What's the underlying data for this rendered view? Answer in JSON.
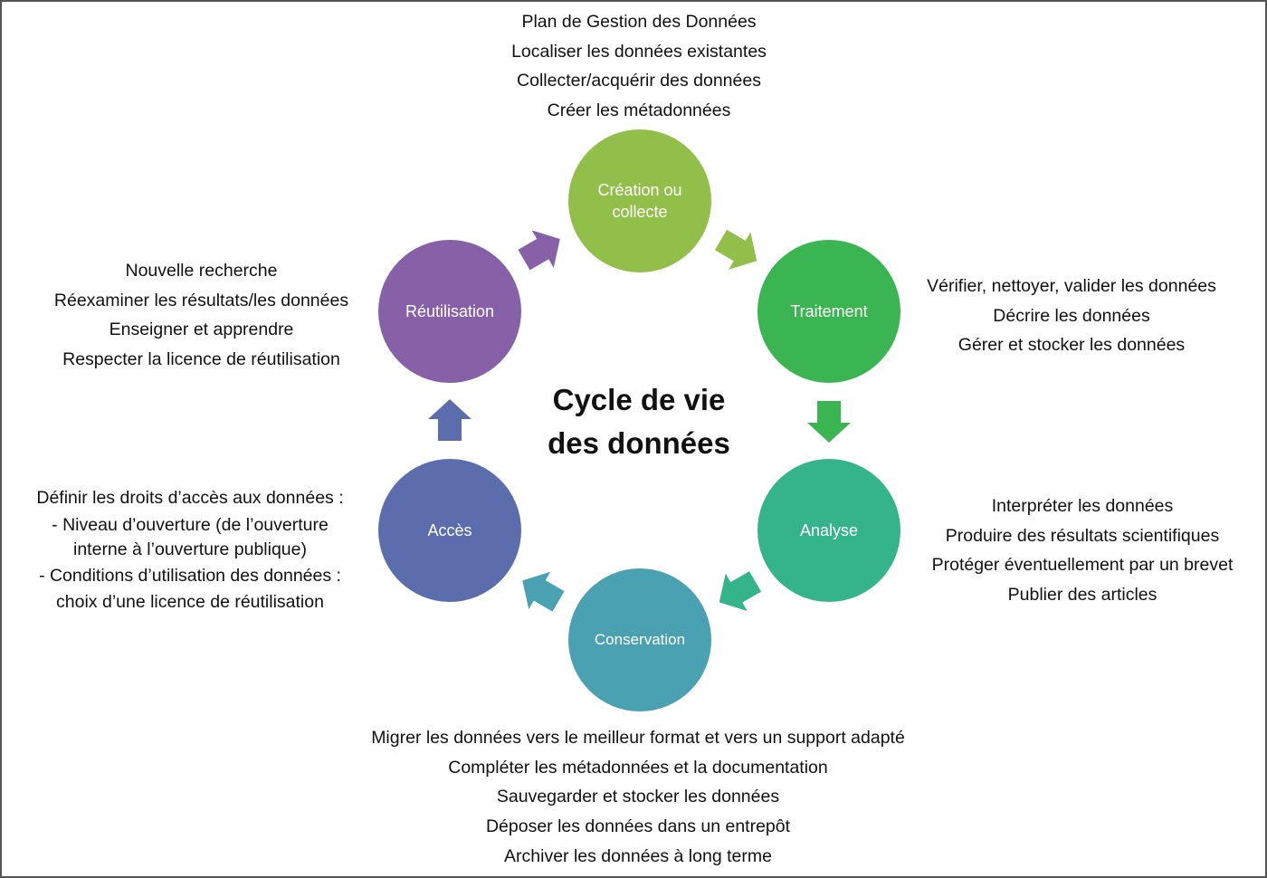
{
  "title": {
    "lines": [
      "Cycle de vie",
      "des données"
    ]
  },
  "stages": [
    {
      "id": "creation",
      "label_lines": [
        "Création ou",
        "collecte"
      ],
      "color": "#92be4a",
      "activities": [
        "Plan de Gestion des Données",
        "Localiser les données existantes",
        "Collecter/acquérir des données",
        "Créer les métadonnées"
      ]
    },
    {
      "id": "traitement",
      "label_lines": [
        "Traitement"
      ],
      "color": "#3bb552",
      "activities": [
        "Vérifier, nettoyer, valider les données",
        "Décrire les données",
        "Gérer et stocker les données"
      ]
    },
    {
      "id": "analyse",
      "label_lines": [
        "Analyse"
      ],
      "color": "#35b38a",
      "activities": [
        "Interpréter les données",
        "Produire des résultats scientifiques",
        "Protéger éventuellement  par un brevet",
        "Publier des articles"
      ]
    },
    {
      "id": "conservation",
      "label_lines": [
        "Conservation"
      ],
      "color": "#4aa1b1",
      "activities": [
        "Migrer les données vers le meilleur format et vers un support adapté",
        "Compléter les métadonnées et la documentation",
        "Sauvegarder et stocker les données",
        "Déposer les données dans un entrepôt",
        "Archiver les données à long terme"
      ]
    },
    {
      "id": "acces",
      "label_lines": [
        "Accès"
      ],
      "color": "#5b6dad",
      "activities": [
        "Définir les droits d’accès aux données :",
        "- Niveau d’ouverture (de l’ouverture",
        "interne  à l’ouverture publique)",
        "- Conditions d’utilisation des données :",
        "choix d’une licence de réutilisation"
      ]
    },
    {
      "id": "reutilisation",
      "label_lines": [
        "Réutilisation"
      ],
      "color": "#8661a8",
      "activities": [
        "Nouvelle recherche",
        "Réexaminer les résultats/les données",
        "Enseigner et apprendre",
        "Respecter la licence de réutilisation"
      ]
    }
  ],
  "arrows": [
    {
      "from": "creation",
      "to": "traitement",
      "color": "#92be4a"
    },
    {
      "from": "traitement",
      "to": "analyse",
      "color": "#3bb552"
    },
    {
      "from": "analyse",
      "to": "conservation",
      "color": "#35b38a"
    },
    {
      "from": "conservation",
      "to": "acces",
      "color": "#4aa1b1"
    },
    {
      "from": "acces",
      "to": "reutilisation",
      "color": "#5b6dad"
    },
    {
      "from": "reutilisation",
      "to": "creation",
      "color": "#8661a8"
    }
  ]
}
